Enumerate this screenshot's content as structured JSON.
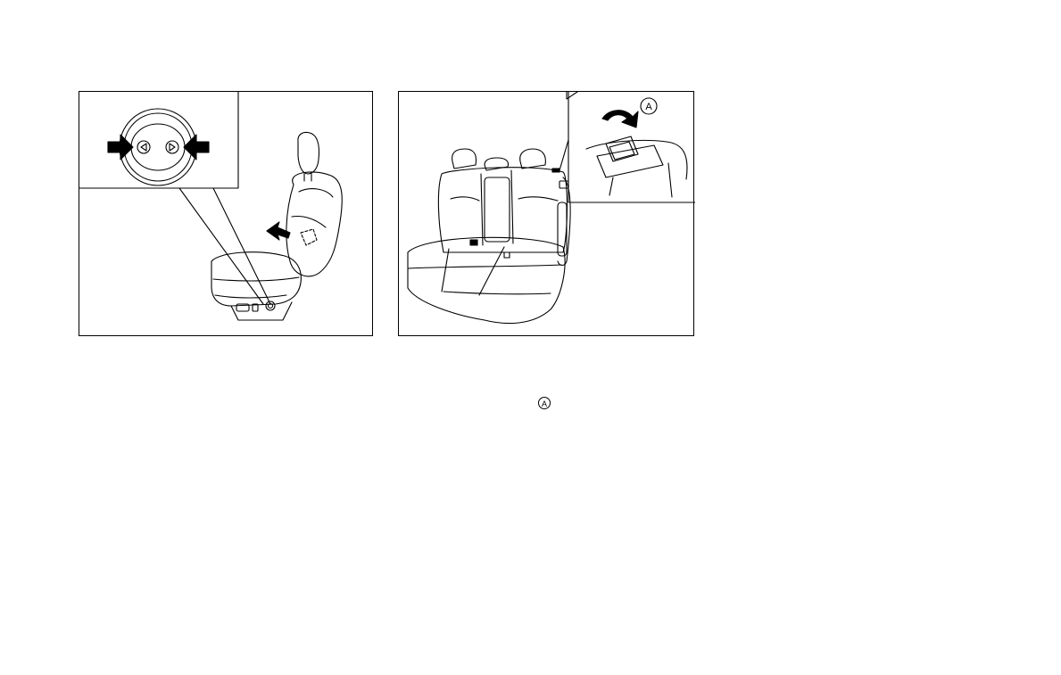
{
  "figures": [
    {
      "id": "front-seat-lumbar-adjust",
      "callouts": []
    },
    {
      "id": "rear-seat-fold-release",
      "callouts": [
        {
          "label": "A"
        }
      ]
    }
  ],
  "body_text": {
    "inline_callout": "A"
  }
}
